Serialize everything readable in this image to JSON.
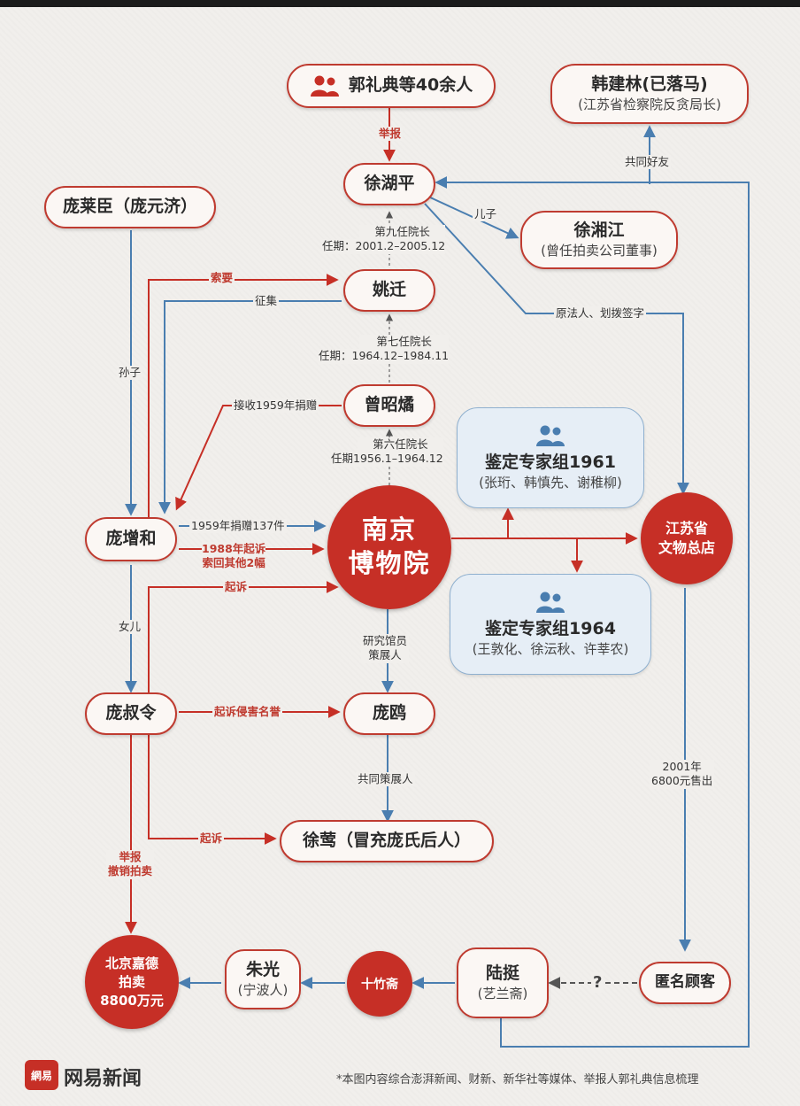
{
  "nodes": {
    "guo": "郭礼典等40余人",
    "han_name": "韩建林(已落马)",
    "han_role": "(江苏省检察院反贪局长)",
    "xu_huping": "徐湖平",
    "xu_xiangjiang_name": "徐湘江",
    "xu_xiangjiang_role": "(曾任拍卖公司董事)",
    "pang_laichen": "庞莱臣（庞元济）",
    "yao_qian": "姚迁",
    "zeng_zhaoyu": "曾昭燏",
    "nanjing_line1": "南京",
    "nanjing_line2": "博物院",
    "expert1961_name": "鉴定专家组1961",
    "expert1961_members": "(张珩、韩慎先、谢稚柳)",
    "expert1964_name": "鉴定专家组1964",
    "expert1964_members": "(王敦化、徐沄秋、许莘农)",
    "jiangsu_line1": "江苏省",
    "jiangsu_line2": "文物总店",
    "pang_zenghe": "庞增和",
    "pang_shuling": "庞叔令",
    "pang_ou": "庞鸥",
    "xu_ying": "徐莺（冒充庞氏后人）",
    "jiade_line1": "北京嘉德",
    "jiade_line2": "拍卖",
    "jiade_line3": "8800万元",
    "zhu_name": "朱光",
    "zhu_role": "(宁波人)",
    "shizhu": "十竹斋",
    "lu_name": "陆挺",
    "lu_role": "(艺兰斋)",
    "anon": "匿名顾客"
  },
  "labels": {
    "report": "举报",
    "friends": "共同好友",
    "son": "儿子",
    "ninth": "第九任院长",
    "ninth_term": "任期：2001.2–2005.12",
    "demand": "索要",
    "collect": "征集",
    "grandson": "孙子",
    "seventh": "第七任院长",
    "seventh_term": "任期：1964.12–1984.11",
    "legal_person": "原法人、划拨签字",
    "receive1959": "接收1959年捐赠",
    "sixth": "第六任院长",
    "sixth_term": "任期1956.1–1964.12",
    "donate1959": "1959年捐赠137件",
    "sue1988_a": "1988年起诉",
    "sue1988_b": "索回其他2幅",
    "sue": "起诉",
    "daughter": "女儿",
    "researcher_a": "研究馆员",
    "researcher_b": "策展人",
    "sue_defamation": "起诉侵害名誉",
    "co_curator": "共同策展人",
    "sue2": "起诉",
    "report_cancel_a": "举报",
    "report_cancel_b": "撤销拍卖",
    "sold_a": "2001年",
    "sold_b": "6800元售出",
    "question": "?"
  },
  "footer": {
    "logo_text": "網易",
    "brand": "网易新闻",
    "note": "*本图内容综合澎湃新闻、财新、新华社等媒体、举报人郭礼典信息梳理"
  },
  "colors": {
    "red": "#c62f26",
    "blue": "#4a7eb0",
    "cream": "#fbf7f4"
  }
}
